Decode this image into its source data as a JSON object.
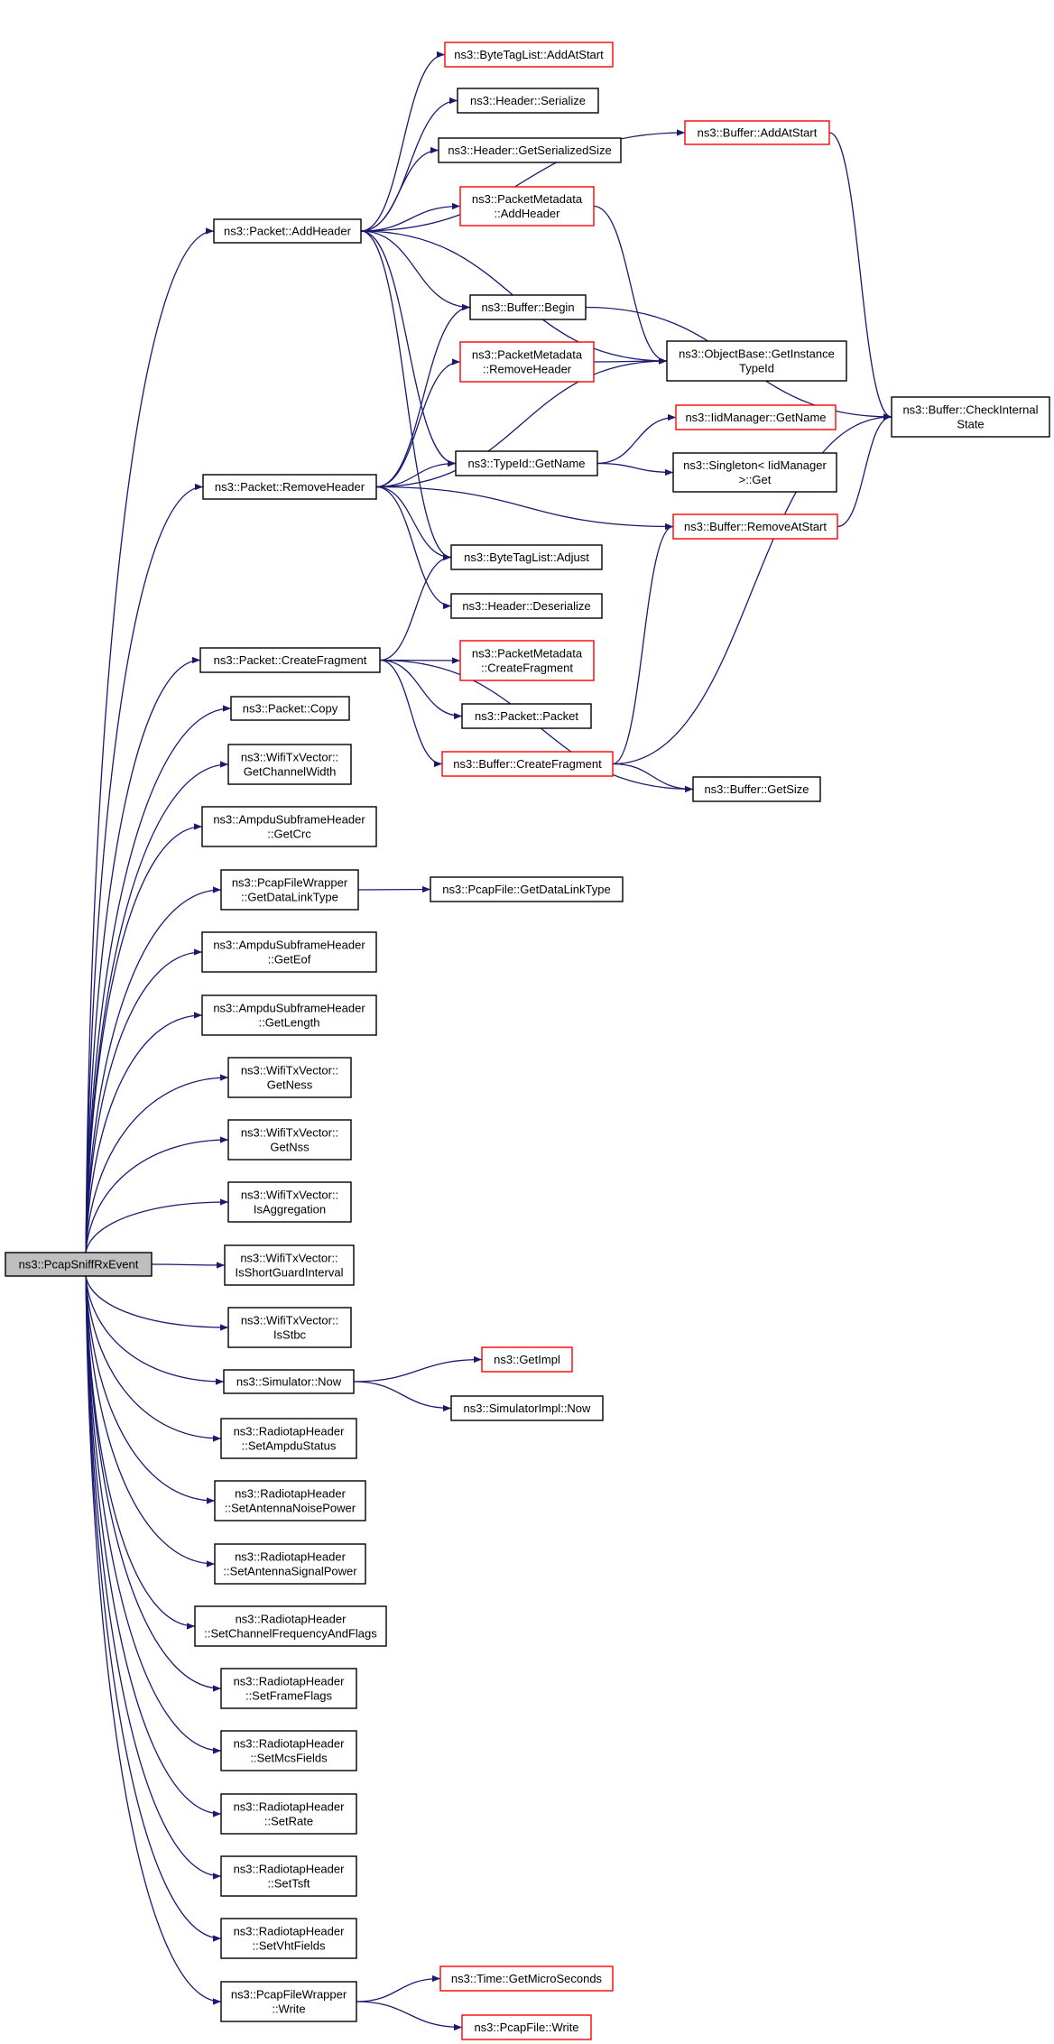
{
  "colors": {
    "edge": "#191970",
    "node_border": "#000000",
    "incomplete_border": "#ff0000",
    "root_fill": "#bfbfbf",
    "background": "#ffffff"
  },
  "nodes": {
    "root": [
      "ns3::PcapSniffRxEvent"
    ],
    "packet_addheader": [
      "ns3::Packet::AddHeader"
    ],
    "bytetaglist_addatstart": [
      "ns3::ByteTagList::AddAtStart"
    ],
    "header_serialize": [
      "ns3::Header::Serialize"
    ],
    "header_getserializedsize": [
      "ns3::Header::GetSerializedSize"
    ],
    "packetmetadata_addheader": [
      "ns3::PacketMetadata",
      "::AddHeader"
    ],
    "buffer_addatstart": [
      "ns3::Buffer::AddAtStart"
    ],
    "buffer_begin": [
      "ns3::Buffer::Begin"
    ],
    "objectbase_getinstancetypeid": [
      "ns3::ObjectBase::GetInstance",
      "TypeId"
    ],
    "buffer_checkinternalstate": [
      "ns3::Buffer::CheckInternal",
      "State"
    ],
    "packetmetadata_removeheader": [
      "ns3::PacketMetadata",
      "::RemoveHeader"
    ],
    "iidmanager_getname": [
      "ns3::IidManager::GetName"
    ],
    "packet_removeheader": [
      "ns3::Packet::RemoveHeader"
    ],
    "typeid_getname": [
      "ns3::TypeId::GetName"
    ],
    "singleton_get": [
      "ns3::Singleton< IidManager",
      ">::Get"
    ],
    "buffer_removeatstart": [
      "ns3::Buffer::RemoveAtStart"
    ],
    "bytetaglist_adjust": [
      "ns3::ByteTagList::Adjust"
    ],
    "header_deserialize": [
      "ns3::Header::Deserialize"
    ],
    "packet_createfragment": [
      "ns3::Packet::CreateFragment"
    ],
    "packetmetadata_createfragment": [
      "ns3::PacketMetadata",
      "::CreateFragment"
    ],
    "packet_packet": [
      "ns3::Packet::Packet"
    ],
    "buffer_createfragment": [
      "ns3::Buffer::CreateFragment"
    ],
    "buffer_getsize": [
      "ns3::Buffer::GetSize"
    ],
    "packet_copy": [
      "ns3::Packet::Copy"
    ],
    "wifitxvector_getchannelwidth": [
      "ns3::WifiTxVector::",
      "GetChannelWidth"
    ],
    "ampdusubframeheader_getcrc": [
      "ns3::AmpduSubframeHeader",
      "::GetCrc"
    ],
    "pcapfilewrapper_getdatalinktype": [
      "ns3::PcapFileWrapper",
      "::GetDataLinkType"
    ],
    "pcapfile_getdatalinktype": [
      "ns3::PcapFile::GetDataLinkType"
    ],
    "ampdusubframeheader_geteof": [
      "ns3::AmpduSubframeHeader",
      "::GetEof"
    ],
    "ampdusubframeheader_getlength": [
      "ns3::AmpduSubframeHeader",
      "::GetLength"
    ],
    "wifitxvector_getness": [
      "ns3::WifiTxVector::",
      "GetNess"
    ],
    "wifitxvector_getnss": [
      "ns3::WifiTxVector::",
      "GetNss"
    ],
    "wifitxvector_isaggregation": [
      "ns3::WifiTxVector::",
      "IsAggregation"
    ],
    "wifitxvector_isshortguardinterval": [
      "ns3::WifiTxVector::",
      "IsShortGuardInterval"
    ],
    "wifitxvector_isstbc": [
      "ns3::WifiTxVector::",
      "IsStbc"
    ],
    "simulator_now": [
      "ns3::Simulator::Now"
    ],
    "getimpl": [
      "ns3::GetImpl"
    ],
    "simulatorimpl_now": [
      "ns3::SimulatorImpl::Now"
    ],
    "radiotapheader_setampdustatus": [
      "ns3::RadiotapHeader",
      "::SetAmpduStatus"
    ],
    "radiotapheader_setantennanoisepower": [
      "ns3::RadiotapHeader",
      "::SetAntennaNoisePower"
    ],
    "radiotapheader_setantennasignalpower": [
      "ns3::RadiotapHeader",
      "::SetAntennaSignalPower"
    ],
    "radiotapheader_setchannelfrequencyandflags": [
      "ns3::RadiotapHeader",
      "::SetChannelFrequencyAndFlags"
    ],
    "radiotapheader_setframeflags": [
      "ns3::RadiotapHeader",
      "::SetFrameFlags"
    ],
    "radiotapheader_setmcsfields": [
      "ns3::RadiotapHeader",
      "::SetMcsFields"
    ],
    "radiotapheader_setrate": [
      "ns3::RadiotapHeader",
      "::SetRate"
    ],
    "radiotapheader_settsft": [
      "ns3::RadiotapHeader",
      "::SetTsft"
    ],
    "radiotapheader_setvhtfields": [
      "ns3::RadiotapHeader",
      "::SetVhtFields"
    ],
    "pcapfilewrapper_write": [
      "ns3::PcapFileWrapper",
      "::Write"
    ],
    "time_getmicroseconds": [
      "ns3::Time::GetMicroSeconds"
    ],
    "pcapfile_write": [
      "ns3::PcapFile::Write"
    ]
  },
  "incomplete_nodes": [
    "bytetaglist_addatstart",
    "packetmetadata_addheader",
    "buffer_addatstart",
    "packetmetadata_removeheader",
    "iidmanager_getname",
    "buffer_removeatstart",
    "packetmetadata_createfragment",
    "buffer_createfragment",
    "getimpl",
    "time_getmicroseconds",
    "pcapfile_write"
  ],
  "edges": [
    [
      "root",
      "packet_addheader"
    ],
    [
      "root",
      "packet_removeheader"
    ],
    [
      "root",
      "packet_createfragment"
    ],
    [
      "root",
      "packet_copy"
    ],
    [
      "root",
      "wifitxvector_getchannelwidth"
    ],
    [
      "root",
      "ampdusubframeheader_getcrc"
    ],
    [
      "root",
      "pcapfilewrapper_getdatalinktype"
    ],
    [
      "root",
      "ampdusubframeheader_geteof"
    ],
    [
      "root",
      "ampdusubframeheader_getlength"
    ],
    [
      "root",
      "wifitxvector_getness"
    ],
    [
      "root",
      "wifitxvector_getnss"
    ],
    [
      "root",
      "wifitxvector_isaggregation"
    ],
    [
      "root",
      "wifitxvector_isshortguardinterval"
    ],
    [
      "root",
      "wifitxvector_isstbc"
    ],
    [
      "root",
      "simulator_now"
    ],
    [
      "root",
      "radiotapheader_setampdustatus"
    ],
    [
      "root",
      "radiotapheader_setantennanoisepower"
    ],
    [
      "root",
      "radiotapheader_setantennasignalpower"
    ],
    [
      "root",
      "radiotapheader_setchannelfrequencyandflags"
    ],
    [
      "root",
      "radiotapheader_setframeflags"
    ],
    [
      "root",
      "radiotapheader_setmcsfields"
    ],
    [
      "root",
      "radiotapheader_setrate"
    ],
    [
      "root",
      "radiotapheader_settsft"
    ],
    [
      "root",
      "radiotapheader_setvhtfields"
    ],
    [
      "root",
      "pcapfilewrapper_write"
    ],
    [
      "packet_addheader",
      "bytetaglist_addatstart"
    ],
    [
      "packet_addheader",
      "header_serialize"
    ],
    [
      "packet_addheader",
      "header_getserializedsize"
    ],
    [
      "packet_addheader",
      "packetmetadata_addheader"
    ],
    [
      "packet_addheader",
      "buffer_addatstart"
    ],
    [
      "packet_addheader",
      "buffer_begin"
    ],
    [
      "packet_addheader",
      "objectbase_getinstancetypeid"
    ],
    [
      "packet_addheader",
      "typeid_getname"
    ],
    [
      "packet_addheader",
      "bytetaglist_adjust"
    ],
    [
      "packetmetadata_addheader",
      "objectbase_getinstancetypeid"
    ],
    [
      "buffer_addatstart",
      "buffer_checkinternalstate"
    ],
    [
      "buffer_begin",
      "buffer_checkinternalstate"
    ],
    [
      "packetmetadata_removeheader",
      "objectbase_getinstancetypeid"
    ],
    [
      "packet_removeheader",
      "buffer_begin"
    ],
    [
      "packet_removeheader",
      "packetmetadata_removeheader"
    ],
    [
      "packet_removeheader",
      "objectbase_getinstancetypeid"
    ],
    [
      "packet_removeheader",
      "typeid_getname"
    ],
    [
      "packet_removeheader",
      "buffer_removeatstart"
    ],
    [
      "packet_removeheader",
      "bytetaglist_adjust"
    ],
    [
      "packet_removeheader",
      "header_deserialize"
    ],
    [
      "typeid_getname",
      "iidmanager_getname"
    ],
    [
      "typeid_getname",
      "singleton_get"
    ],
    [
      "buffer_removeatstart",
      "buffer_checkinternalstate"
    ],
    [
      "packet_createfragment",
      "bytetaglist_adjust"
    ],
    [
      "packet_createfragment",
      "packetmetadata_createfragment"
    ],
    [
      "packet_createfragment",
      "packet_packet"
    ],
    [
      "packet_createfragment",
      "buffer_createfragment"
    ],
    [
      "packet_createfragment",
      "buffer_getsize"
    ],
    [
      "buffer_createfragment",
      "buffer_removeatstart"
    ],
    [
      "buffer_createfragment",
      "buffer_checkinternalstate"
    ],
    [
      "buffer_createfragment",
      "buffer_getsize"
    ],
    [
      "pcapfilewrapper_getdatalinktype",
      "pcapfile_getdatalinktype"
    ],
    [
      "simulator_now",
      "getimpl"
    ],
    [
      "simulator_now",
      "simulatorimpl_now"
    ],
    [
      "pcapfilewrapper_write",
      "time_getmicroseconds"
    ],
    [
      "pcapfilewrapper_write",
      "pcapfile_write"
    ]
  ]
}
